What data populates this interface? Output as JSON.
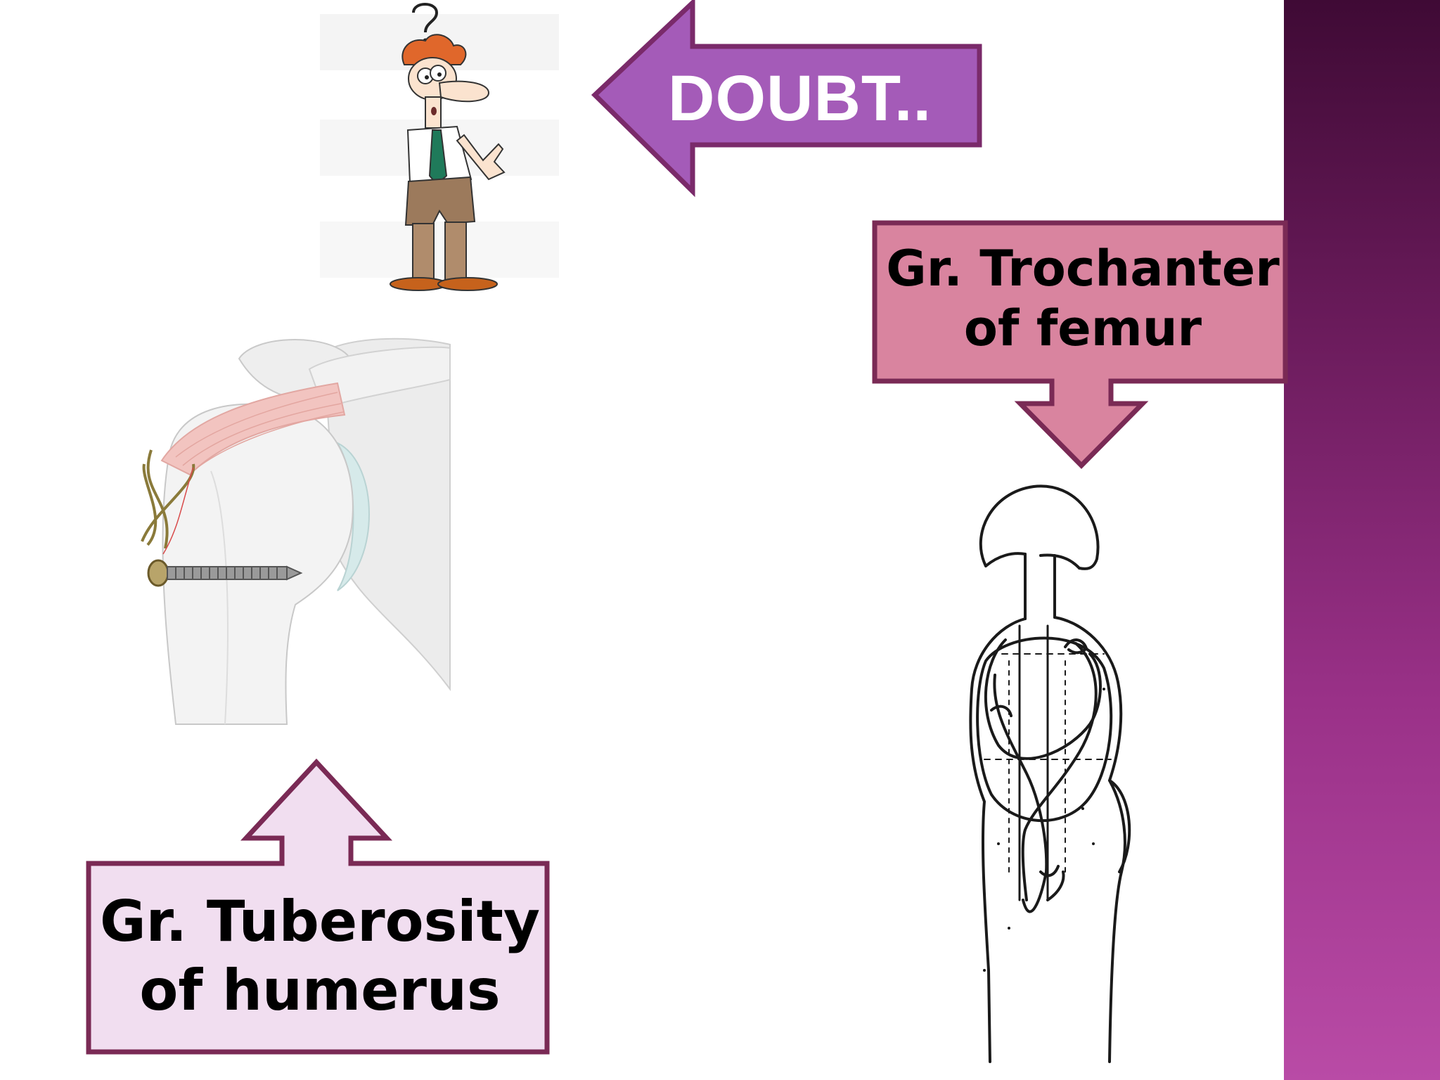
{
  "slide": {
    "doubt_label": "DOUBT..",
    "trochanter_label": {
      "line1": "Gr. Trochanter",
      "line2": "of femur"
    },
    "tuberosity_label": {
      "line1": "Gr. Tuberosity",
      "line2": "of humerus"
    }
  },
  "colors": {
    "doubt_fill": "#a45bb8",
    "doubt_border": "#7a2a6a",
    "trochanter_fill": "#d9849f",
    "tuberosity_fill": "#f1def0",
    "callout_border": "#7a2a55",
    "side_band_top": "#3f0a35",
    "side_band_bottom": "#b94ba6"
  },
  "illustrations": [
    "confused-man-icon",
    "shoulder-screw-fixation-image",
    "femur-tension-band-image"
  ]
}
